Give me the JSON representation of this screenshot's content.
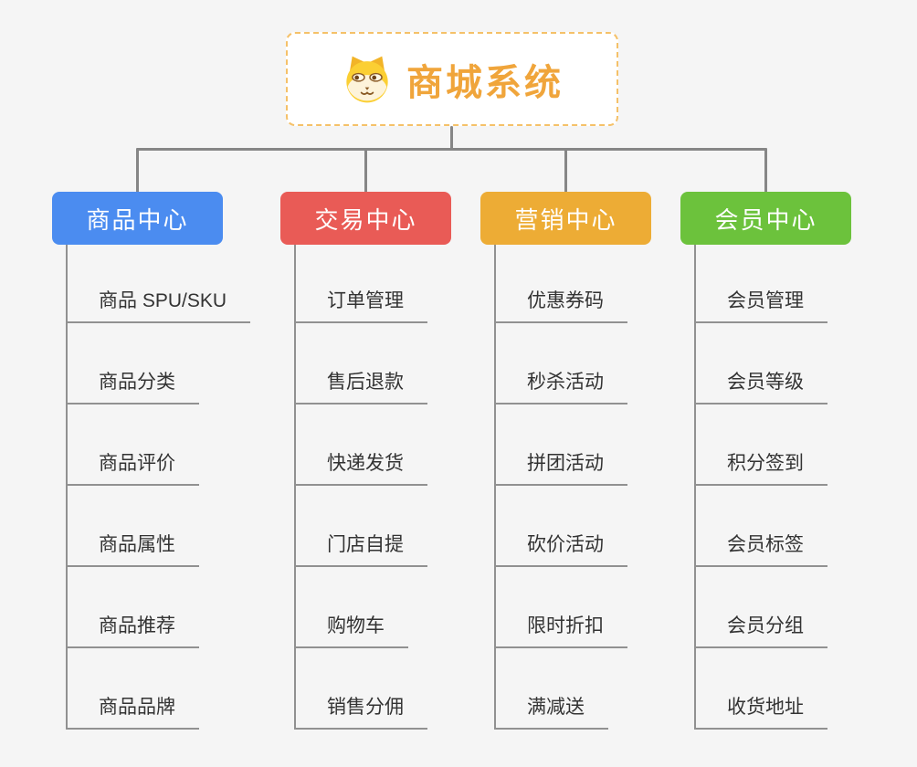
{
  "root": {
    "title": "商城系统",
    "icon": "dog-face-icon",
    "text_color": "#f0a53b",
    "border_color": "#f5c169"
  },
  "branches": [
    {
      "label": "商品中心",
      "color": "#4b8cf0",
      "children": [
        "商品 SPU/SKU",
        "商品分类",
        "商品评价",
        "商品属性",
        "商品推荐",
        "商品品牌"
      ]
    },
    {
      "label": "交易中心",
      "color": "#e95b56",
      "children": [
        "订单管理",
        "售后退款",
        "快递发货",
        "门店自提",
        "购物车",
        "销售分佣"
      ]
    },
    {
      "label": "营销中心",
      "color": "#edac35",
      "children": [
        "优惠券码",
        "秒杀活动",
        "拼团活动",
        "砍价活动",
        "限时折扣",
        "满减送"
      ]
    },
    {
      "label": "会员中心",
      "color": "#6cc23c",
      "children": [
        "会员管理",
        "会员等级",
        "积分签到",
        "会员标签",
        "会员分组",
        "收货地址"
      ]
    }
  ],
  "colors": {
    "background": "#f5f5f5",
    "connector": "#868686",
    "underline": "#919191",
    "child_text": "#333333"
  }
}
